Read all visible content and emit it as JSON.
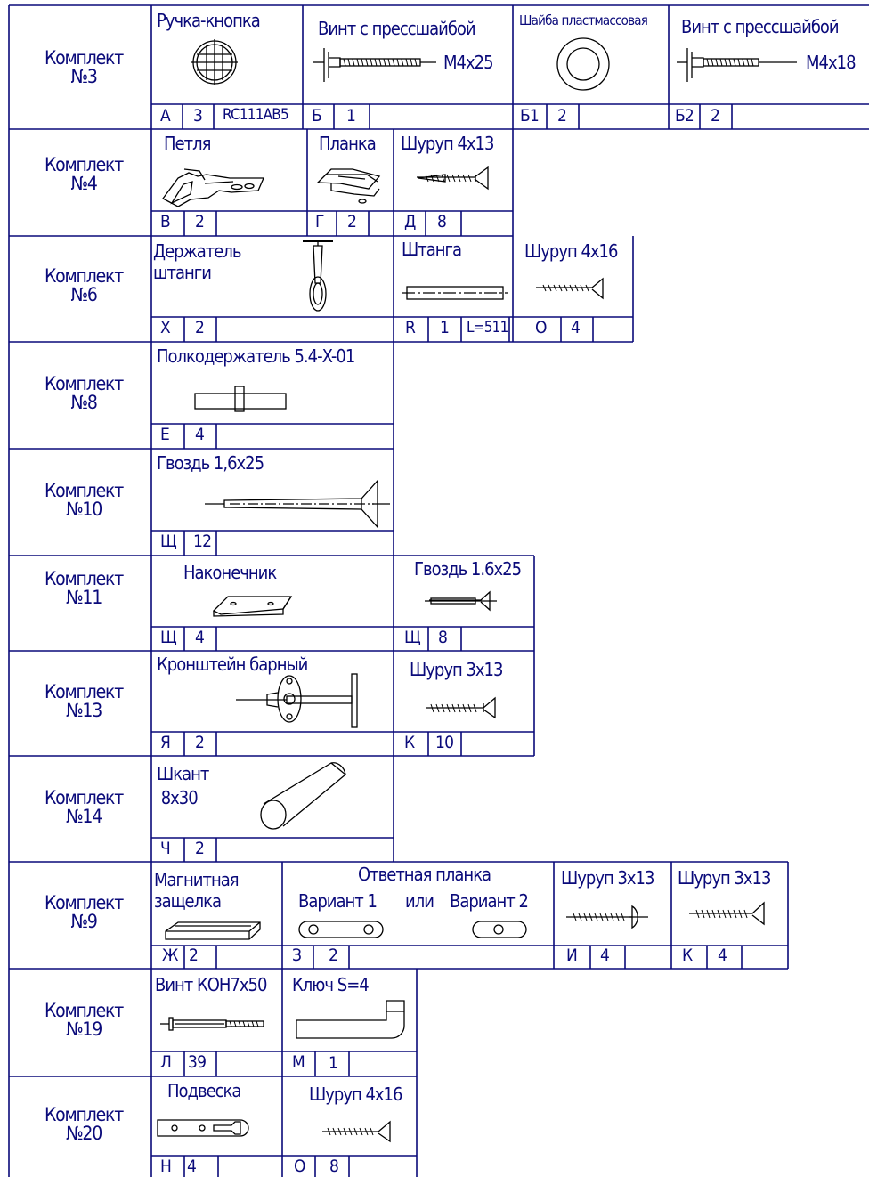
{
  "kits": [
    {
      "title": "Комплект",
      "number": "№3",
      "parts": [
        {
          "name": "Ручка-кнопка",
          "icon": "knob-icon",
          "letter": "А",
          "qty": "3",
          "extra": "RC111AB5"
        },
        {
          "name": "Винт с прессшайбой",
          "size": "M4x25",
          "icon": "screw-washer-icon",
          "letter": "Б",
          "qty": "1"
        },
        {
          "name": "Шайба пластмассовая",
          "icon": "washer-icon",
          "letter": "Б1",
          "qty": "2"
        },
        {
          "name": "Винт с прессшайбой",
          "size": "M4x18",
          "icon": "screw-washer-icon",
          "letter": "Б2",
          "qty": "2"
        }
      ]
    },
    {
      "title": "Комплект",
      "number": "№4",
      "parts": [
        {
          "name": "Петля",
          "icon": "hinge-icon",
          "letter": "В",
          "qty": "2"
        },
        {
          "name": "Планка",
          "icon": "plate-icon",
          "letter": "Г",
          "qty": "2"
        },
        {
          "name": "Шуруп 4x13",
          "icon": "wood-screw-icon",
          "letter": "Д",
          "qty": "8"
        }
      ]
    },
    {
      "title": "Комплект",
      "number": "№6",
      "parts": [
        {
          "name_line1": "Держатель",
          "name_line2": "штанги",
          "icon": "rod-holder-icon",
          "letter": "Х",
          "qty": "2"
        },
        {
          "name": "Штанга",
          "icon": "rod-icon",
          "letter": "R",
          "qty": "1",
          "extra": "L=511"
        },
        {
          "name": "Шуруп 4x16",
          "icon": "wood-screw-icon",
          "letter": "О",
          "qty": "4"
        }
      ]
    },
    {
      "title": "Комплект",
      "number": "№8",
      "parts": [
        {
          "name": "Полкодержатель 5.4-X-01",
          "icon": "shelf-support-icon",
          "letter": "Е",
          "qty": "4"
        }
      ]
    },
    {
      "title": "Комплект",
      "number": "№10",
      "parts": [
        {
          "name": "Гвоздь 1,6x25",
          "icon": "nail-icon",
          "letter": "Щ",
          "qty": "12"
        }
      ]
    },
    {
      "title": "Комплект",
      "number": "№11",
      "parts": [
        {
          "name": "Наконечник",
          "icon": "tip-icon",
          "letter": "Щ",
          "qty": "4"
        },
        {
          "name": "Гвоздь 1.6x25",
          "icon": "nail-icon",
          "letter": "Щ",
          "qty": "8"
        }
      ]
    },
    {
      "title": "Комплект",
      "number": "№13",
      "parts": [
        {
          "name": "Кронштейн барный",
          "icon": "bar-bracket-icon",
          "letter": "Я",
          "qty": "2"
        },
        {
          "name": "Шуруп 3x13",
          "icon": "wood-screw-icon",
          "letter": "К",
          "qty": "10"
        }
      ]
    },
    {
      "title": "Комплект",
      "number": "№14",
      "parts": [
        {
          "name_line1": "Шкант",
          "name_line2": "8x30",
          "icon": "dowel-icon",
          "letter": "Ч",
          "qty": "2"
        }
      ]
    },
    {
      "title": "Комплект",
      "number": "№9",
      "parts": [
        {
          "name_line1": "Магнитная",
          "name_line2": "защелка",
          "icon": "magnetic-latch-icon",
          "letter": "Ж",
          "qty": "2"
        },
        {
          "name": "Ответная планка",
          "variant1": "Вариант 1",
          "or": "или",
          "variant2": "Вариант 2",
          "icon": "counter-plate-icon",
          "letter": "З",
          "qty": "2"
        },
        {
          "name": "Шуруп 3x13",
          "icon": "round-head-screw-icon",
          "letter": "И",
          "qty": "4"
        },
        {
          "name": "Шуруп 3x13",
          "icon": "wood-screw-icon",
          "letter": "К",
          "qty": "4"
        }
      ]
    },
    {
      "title": "Комплект",
      "number": "№19",
      "parts": [
        {
          "name": "Винт КОН7x50",
          "icon": "confirmat-screw-icon",
          "letter": "Л",
          "qty": "39"
        },
        {
          "name": "Ключ S=4",
          "icon": "hex-key-icon",
          "letter": "М",
          "qty": "1"
        }
      ]
    },
    {
      "title": "Комплект",
      "number": "№20",
      "parts": [
        {
          "name": "Подвеска",
          "icon": "hanger-icon",
          "letter": "Н",
          "qty": "4"
        },
        {
          "name": "Шуруп 4x16",
          "icon": "wood-screw-icon",
          "letter": "О",
          "qty": "8"
        }
      ]
    }
  ],
  "colors": {
    "line": "#0a0a7a",
    "background": "#ffffff"
  }
}
